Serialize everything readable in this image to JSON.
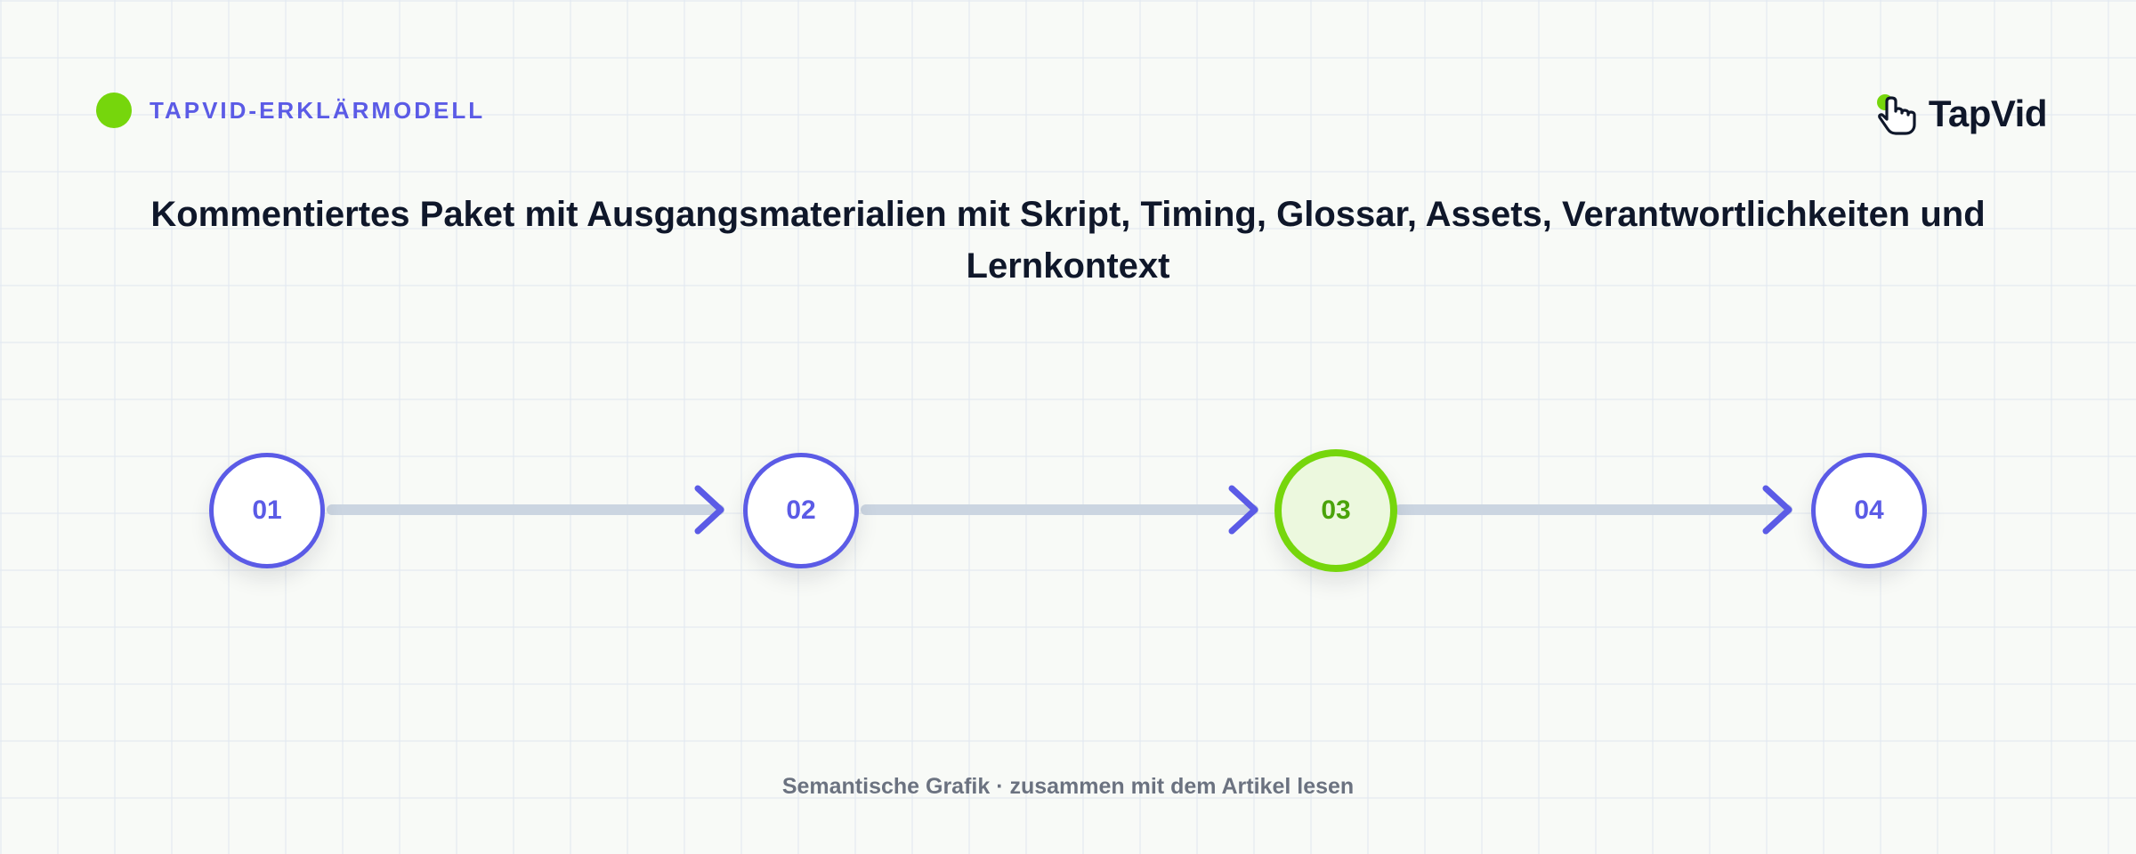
{
  "header": {
    "label": "TAPVID-ERKLÄRMODELL",
    "dot_color": "#76d60c"
  },
  "logo": {
    "text": "TapVid",
    "icon": "pointer-hand-icon"
  },
  "title": "Kommentiertes Paket mit Ausgangsmaterialien mit Skript, Timing, Glossar, Assets, Verantwortlichkeiten und Lernkontext",
  "steps": [
    {
      "label": "01",
      "active": false
    },
    {
      "label": "02",
      "active": false
    },
    {
      "label": "03",
      "active": true
    },
    {
      "label": "04",
      "active": false
    }
  ],
  "colors": {
    "accent": "#5b5be6",
    "highlight": "#76d60c",
    "connector": "#cbd5e1",
    "text": "#0f172a"
  },
  "footer": "Semantische Grafik · zusammen mit dem Artikel lesen"
}
